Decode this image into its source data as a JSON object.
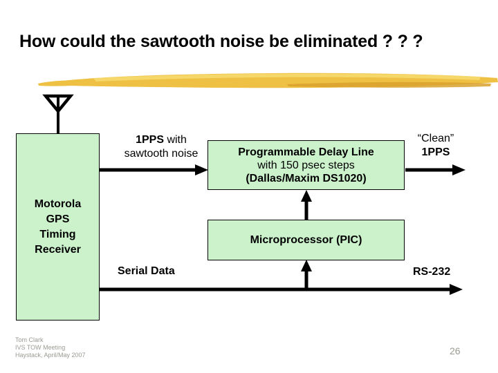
{
  "slide": {
    "title": "How could the sawtooth noise be eliminated ? ? ?",
    "page_number": "26",
    "footer_lines": [
      "Tom Clark",
      "IVS TOW Meeting",
      "Haystack, April/May 2007"
    ]
  },
  "diagram": {
    "boxes": {
      "receiver": {
        "lines": [
          "Motorola",
          "GPS",
          "Timing",
          "Receiver"
        ]
      },
      "delay": {
        "line1": "Programmable Delay Line",
        "line2": "with 150 psec steps",
        "line3": "(Dallas/Maxim DS1020)"
      },
      "microprocessor": {
        "label": "Microprocessor (PIC)"
      }
    },
    "labels": {
      "pps_line1_bold": "1PPS",
      "pps_line1_rest": " with",
      "pps_line2": "sawtooth noise",
      "clean_line1": "“Clean”",
      "clean_line2": "1PPS",
      "serial_data": "Serial Data",
      "rs232": "RS-232"
    },
    "icons": {
      "antenna": "antenna-icon"
    },
    "colors": {
      "box_fill": "#ccf2cc",
      "box_border": "#000000",
      "line_color": "#000000",
      "highlight_main": "#eec043",
      "highlight_light": "#f6d96e",
      "highlight_dark": "#d8a12e",
      "footer_gray": "#9a9a93"
    }
  }
}
